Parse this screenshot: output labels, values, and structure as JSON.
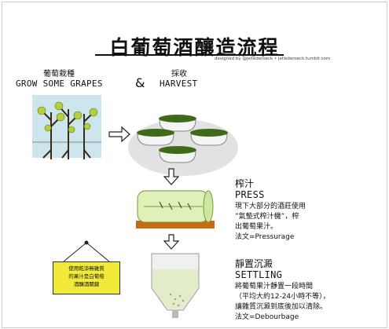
{
  "title": "白葡萄酒釀造流程",
  "credit": "designed by @jellederoeck • jellederoeck.tumblr.com",
  "steps": [
    {
      "zh": "葡萄栽種",
      "en": "GROW SOME GRAPES"
    },
    {
      "zh": "採收",
      "en": "HARVEST"
    },
    {
      "zh": "榨汁",
      "en": "PRESS",
      "lines": [
        "現下大部分的酒莊使用",
        "”氣墊式榨汁機”，榨",
        "出葡萄果汁。",
        "法文=Pressurage"
      ]
    },
    {
      "zh": "靜置沉澱",
      "en": "SETTLING",
      "lines": [
        "將葡萄果汁靜置一段時間",
        "（平均大約12-24小時不等），",
        "讓雜質沉澱到底後加以清除。",
        "法文=Debourbage"
      ]
    }
  ],
  "ampersand": "&",
  "sign_lines": [
    "使用乾淨無雜質",
    "的果汁是白葡萄",
    "酒釀酒關鍵"
  ],
  "colors": {
    "grape": "#b5cf3c",
    "soil": "#cde6ee",
    "wood": "#c86a12",
    "sign": "#f2ea3a"
  }
}
